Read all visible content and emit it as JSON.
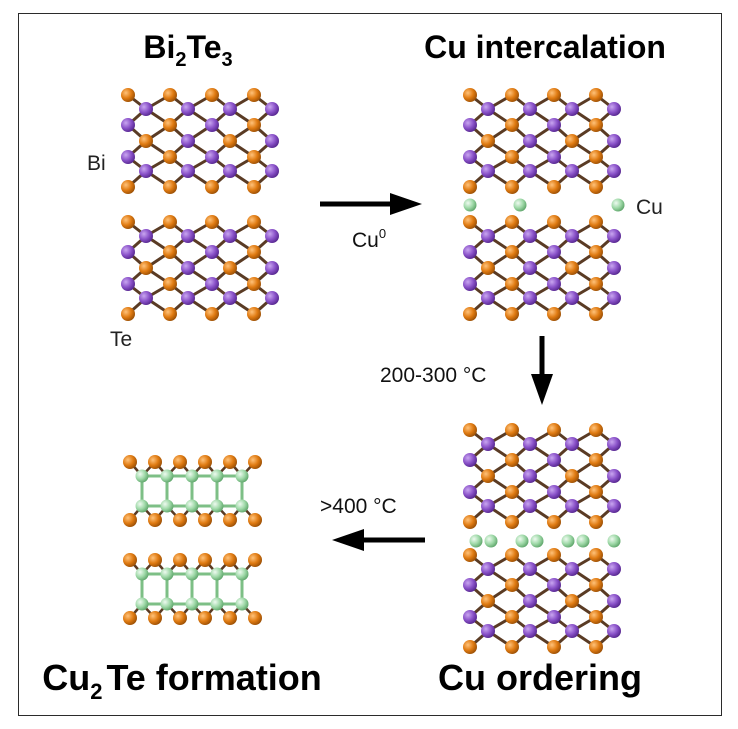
{
  "panels": {
    "bi2te3": {
      "title_main": "Bi",
      "title_sub1": "2",
      "title_mid": "Te",
      "title_sub2": "3",
      "label_bi": "Bi",
      "label_te": "Te"
    },
    "intercalation": {
      "title": "Cu intercalation",
      "label_cu": "Cu"
    },
    "ordering": {
      "title": "Cu ordering"
    },
    "cu2te": {
      "title_main": "Cu",
      "title_sub": "2",
      "title_rest": "Te formation"
    }
  },
  "arrows": {
    "right": {
      "label_main": "Cu",
      "label_sup": "0"
    },
    "down": {
      "label": "200-300 °C"
    },
    "left": {
      "label": ">400 °C"
    }
  },
  "colors": {
    "tellurium": "#e07b12",
    "bismuth": "#8a52c9",
    "copper": "#9fd9a8",
    "bond": "#5a3b24",
    "cu_bond": "#7dbf86",
    "arrow": "#000000"
  }
}
